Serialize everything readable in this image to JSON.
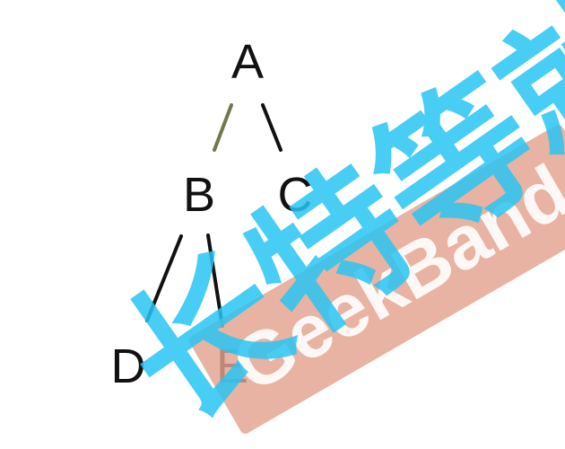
{
  "tree": {
    "nodes": [
      {
        "id": "A",
        "label": "A"
      },
      {
        "id": "B",
        "label": "B"
      },
      {
        "id": "C",
        "label": "C"
      },
      {
        "id": "D",
        "label": "D"
      },
      {
        "id": "E",
        "label": "E"
      }
    ],
    "edges": [
      {
        "from": "A",
        "to": "B"
      },
      {
        "from": "A",
        "to": "C"
      },
      {
        "from": "B",
        "to": "D"
      },
      {
        "from": "B",
        "to": "E"
      }
    ]
  },
  "watermark": {
    "brand_text": "GeekBand",
    "cjk_text": "长特等就",
    "stamp_color": "#e3a28e",
    "stamp_text_color": "#ffffff",
    "cjk_color": "#28c4f2"
  }
}
